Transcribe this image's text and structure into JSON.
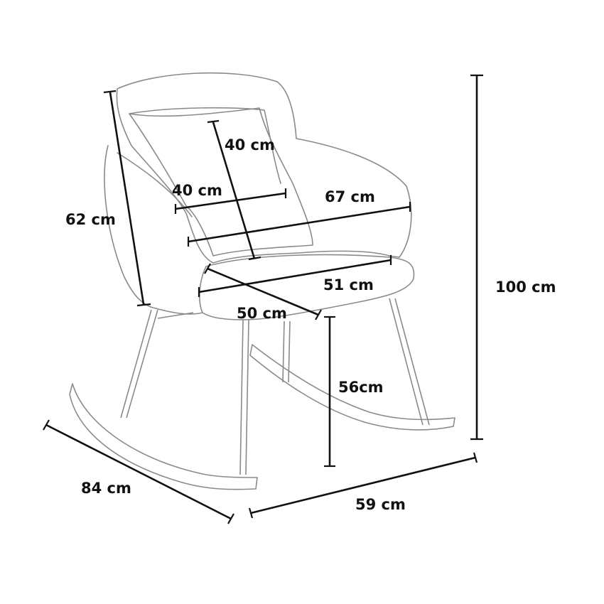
{
  "dimensions": {
    "overall_height": "100 cm",
    "back_height": "62 cm",
    "cushion_height": "40 cm",
    "cushion_width": "40 cm",
    "arm_width": "67 cm",
    "seat_width": "51 cm",
    "seat_depth": "50 cm",
    "seat_height": "56cm",
    "depth": "84 cm",
    "width": "59 cm"
  },
  "colors": {
    "line_art": "#8a8a8a",
    "dimension_lines": "#111111"
  }
}
